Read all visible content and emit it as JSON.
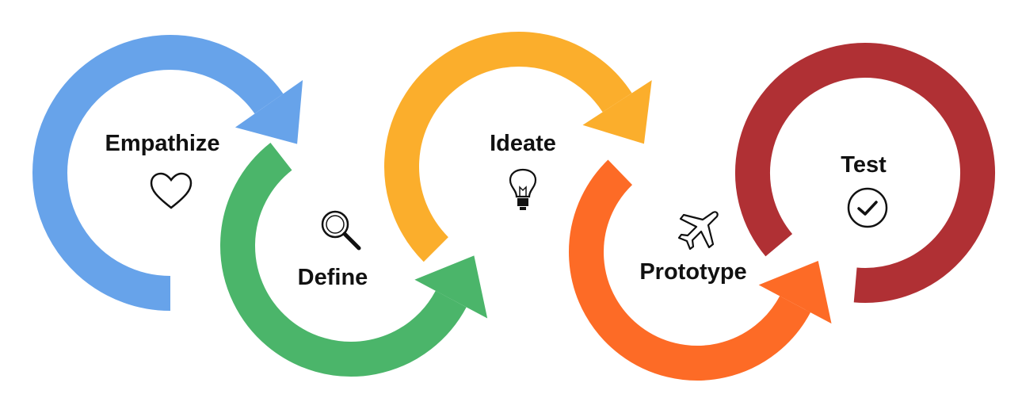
{
  "title": "Design Thinking Process",
  "stages": [
    {
      "label": "Empathize",
      "icon": "heart-icon",
      "color": "#67A3EA"
    },
    {
      "label": "Define",
      "icon": "magnifier-icon",
      "color": "#4BB56A"
    },
    {
      "label": "Ideate",
      "icon": "lightbulb-icon",
      "color": "#FBAE2C"
    },
    {
      "label": "Prototype",
      "icon": "airplane-icon",
      "color": "#FD6B26"
    },
    {
      "label": "Test",
      "icon": "check-circle-icon",
      "color": "#B03034"
    }
  ]
}
